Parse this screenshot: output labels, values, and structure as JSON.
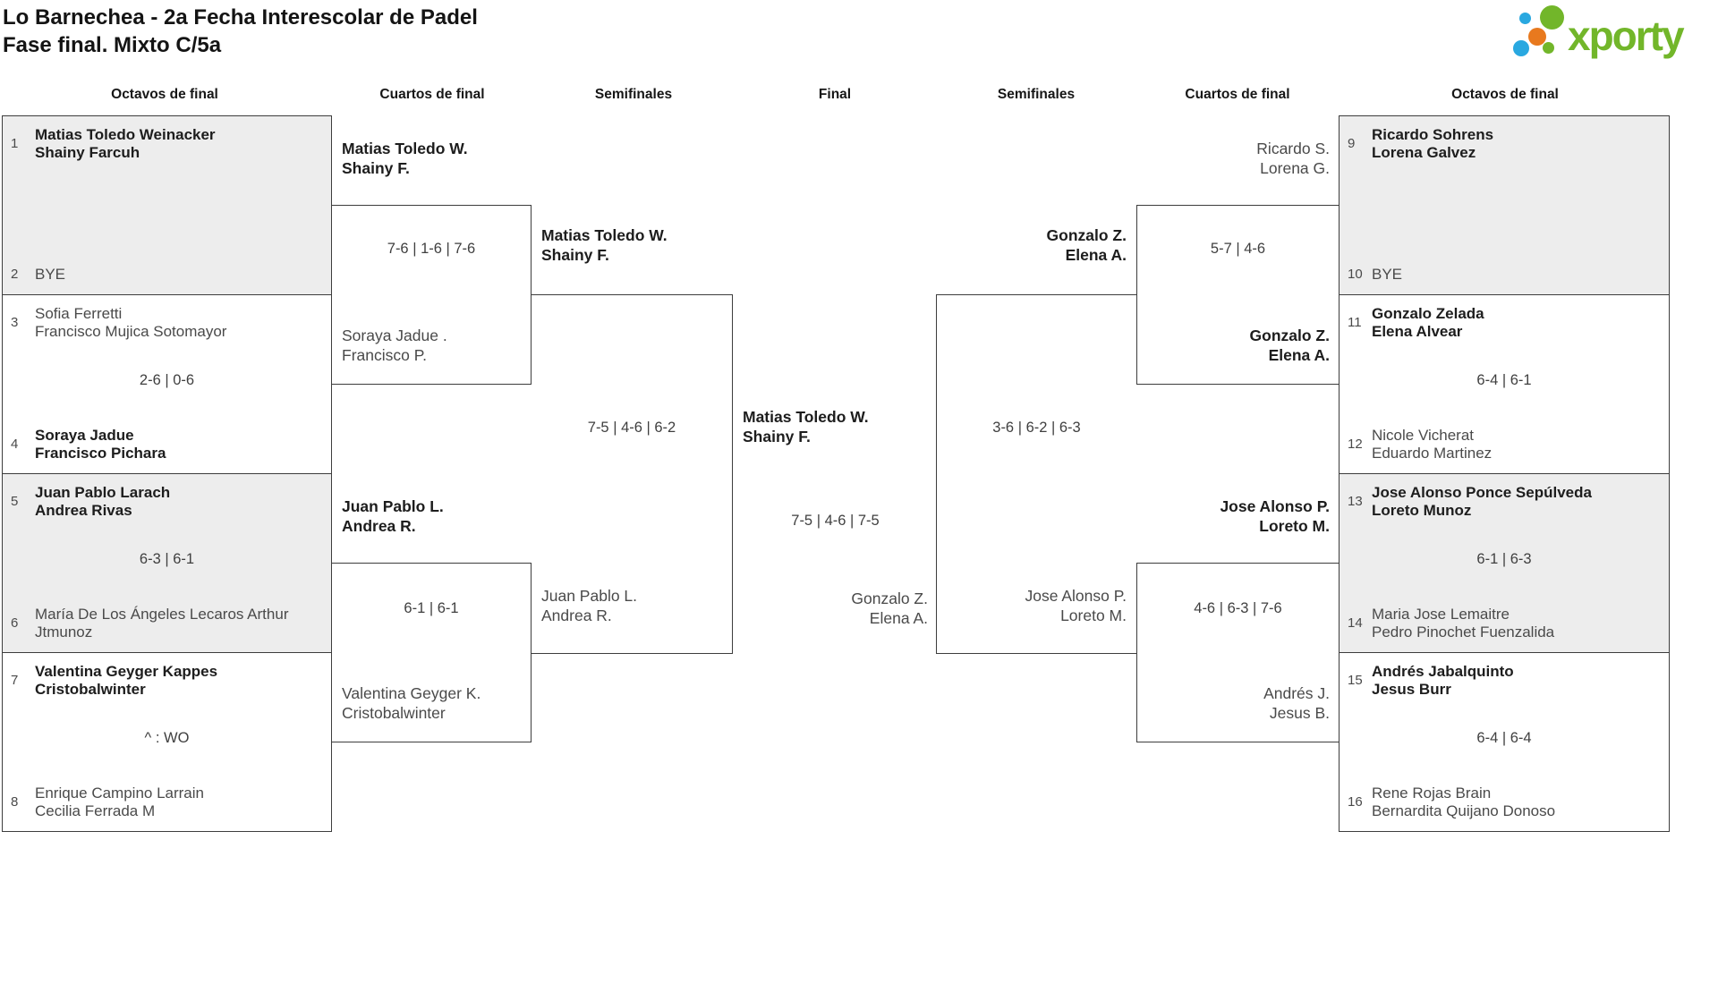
{
  "title": {
    "line1": "Lo Barnechea - 2a Fecha Interescolar de Padel",
    "line2": "Fase final. Mixto C/5a"
  },
  "logo": {
    "text": "xporty",
    "colors": {
      "green": "#72b62a",
      "blue": "#29a8e0",
      "orange": "#e8791e"
    }
  },
  "round_headers": [
    "Octavos de final",
    "Cuartos de final",
    "Semifinales",
    "Final",
    "Semifinales",
    "Cuartos de final",
    "Octavos de final"
  ],
  "round16": [
    {
      "seed_a": "1",
      "team_a": [
        "Matias Toledo Weinacker",
        "Shainy Farcuh"
      ],
      "score": "",
      "seed_b": "2",
      "team_b": [
        "BYE"
      ],
      "winner": "a"
    },
    {
      "seed_a": "3",
      "team_a": [
        "Sofia Ferretti",
        "Francisco Mujica Sotomayor"
      ],
      "score": "2-6 | 0-6",
      "seed_b": "4",
      "team_b": [
        "Soraya Jadue",
        "Francisco Pichara"
      ],
      "winner": "b"
    },
    {
      "seed_a": "5",
      "team_a": [
        "Juan Pablo Larach",
        "Andrea Rivas"
      ],
      "score": "6-3 | 6-1",
      "seed_b": "6",
      "team_b": [
        "María De Los Ángeles Lecaros Arthur",
        "Jtmunoz"
      ],
      "winner": "a"
    },
    {
      "seed_a": "7",
      "team_a": [
        "Valentina Geyger Kappes",
        "Cristobalwinter"
      ],
      "score": "^ : WO",
      "seed_b": "8",
      "team_b": [
        "Enrique Campino Larrain",
        "Cecilia Ferrada M"
      ],
      "winner": "a"
    },
    {
      "seed_a": "9",
      "team_a": [
        "Ricardo Sohrens",
        "Lorena Galvez"
      ],
      "score": "",
      "seed_b": "10",
      "team_b": [
        "BYE"
      ],
      "winner": "a"
    },
    {
      "seed_a": "11",
      "team_a": [
        "Gonzalo Zelada",
        "Elena Alvear"
      ],
      "score": "6-4 | 6-1",
      "seed_b": "12",
      "team_b": [
        "Nicole Vicherat",
        "Eduardo Martinez"
      ],
      "winner": "a"
    },
    {
      "seed_a": "13",
      "team_a": [
        "Jose Alonso Ponce Sepúlveda",
        "Loreto Munoz"
      ],
      "score": "6-1 | 6-3",
      "seed_b": "14",
      "team_b": [
        "Maria Jose Lemaitre",
        "Pedro Pinochet Fuenzalida"
      ],
      "winner": "a"
    },
    {
      "seed_a": "15",
      "team_a": [
        "Andrés Jabalquinto",
        "Jesus Burr"
      ],
      "score": "6-4 | 6-4",
      "seed_b": "16",
      "team_b": [
        "Rene Rojas Brain",
        "Bernardita Quijano Donoso"
      ],
      "winner": "a"
    }
  ],
  "quarterfinals": [
    {
      "top": [
        "Matias Toledo W.",
        "Shainy F."
      ],
      "score": "7-6 | 1-6 | 7-6",
      "bottom": [
        "Soraya Jadue .",
        "Francisco P."
      ],
      "winner": "top"
    },
    {
      "top": [
        "Juan Pablo L.",
        "Andrea R."
      ],
      "score": "6-1 | 6-1",
      "bottom": [
        "Valentina Geyger K.",
        "Cristobalwinter"
      ],
      "winner": "top"
    },
    {
      "top": [
        "Ricardo S.",
        "Lorena G."
      ],
      "score": "5-7 | 4-6",
      "bottom": [
        "Gonzalo Z.",
        "Elena A."
      ],
      "winner": "bottom"
    },
    {
      "top": [
        "Jose Alonso P.",
        "Loreto M."
      ],
      "score": "4-6 | 6-3 | 7-6",
      "bottom": [
        "Andrés J.",
        "Jesus B."
      ],
      "winner": "top"
    }
  ],
  "semifinals": [
    {
      "winner": [
        "Matias Toledo W.",
        "Shainy F."
      ],
      "score": "7-5 | 4-6 | 6-2",
      "loser": [
        "Juan Pablo L.",
        "Andrea R."
      ]
    },
    {
      "winner": [
        "Gonzalo Z.",
        "Elena A."
      ],
      "score": "3-6 | 6-2 | 6-3",
      "loser": [
        "Jose Alonso P.",
        "Loreto M."
      ]
    }
  ],
  "final": {
    "winner": [
      "Matias Toledo W.",
      "Shainy F."
    ],
    "score": "7-5 | 4-6 | 7-5",
    "loser": [
      "Gonzalo Z.",
      "Elena A."
    ]
  }
}
